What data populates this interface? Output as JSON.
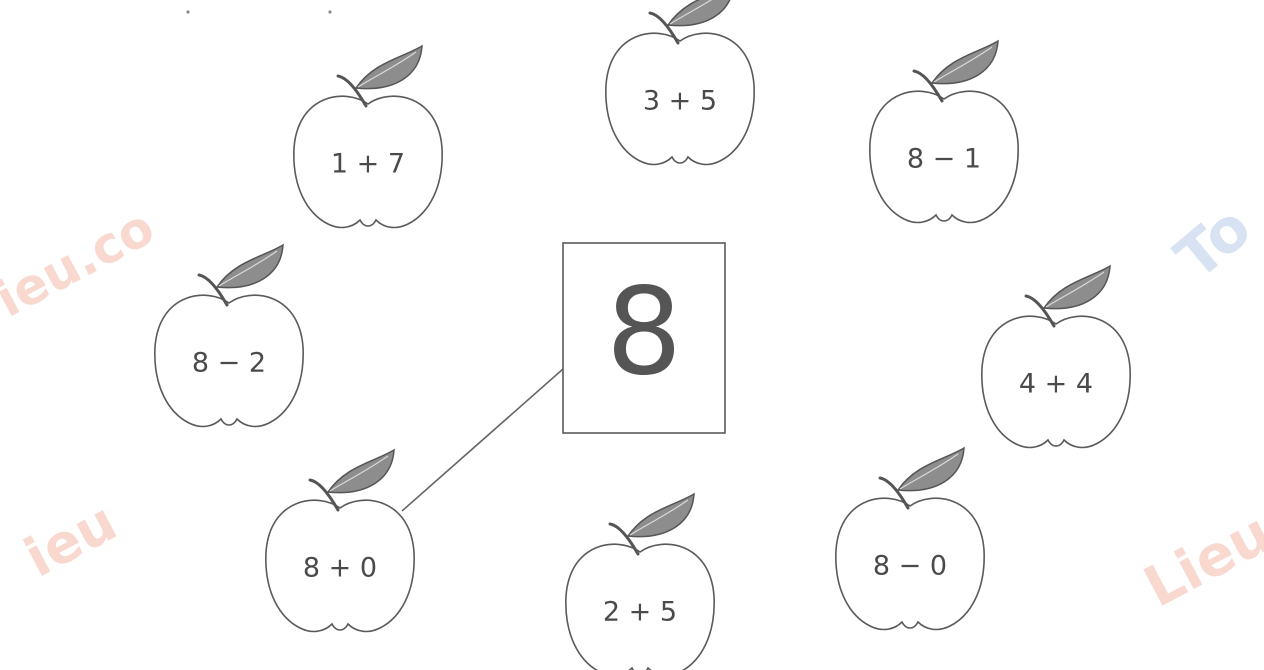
{
  "center": {
    "label": "8"
  },
  "apples": [
    {
      "id": "1-plus-7",
      "label": "1 + 7"
    },
    {
      "id": "3-plus-5",
      "label": "3 + 5"
    },
    {
      "id": "8-minus-1",
      "label": "8 − 1"
    },
    {
      "id": "8-minus-2",
      "label": "8 − 2"
    },
    {
      "id": "4-plus-4",
      "label": "4 + 4"
    },
    {
      "id": "8-plus-0",
      "label": "8 + 0"
    },
    {
      "id": "2-plus-5",
      "label": "2 + 5"
    },
    {
      "id": "8-minus-0",
      "label": "8 − 0"
    }
  ],
  "connections": [
    {
      "from": "8-plus-0",
      "to": "center"
    }
  ],
  "watermarks": [
    {
      "text": "ieu.co"
    },
    {
      "text": "ieu"
    },
    {
      "text": "Lieu"
    },
    {
      "text": "To"
    }
  ],
  "colors": {
    "line": "#5a5a5a",
    "leaf": "#8d8d8d",
    "watermark": "#f3b9a8",
    "watermark_blue": "#b8cbea"
  }
}
